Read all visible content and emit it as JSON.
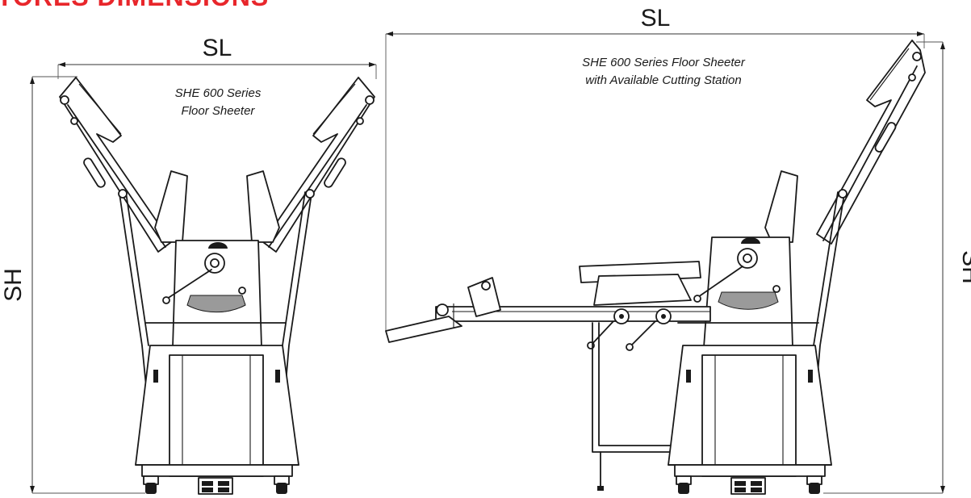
{
  "heading": "TORES DIMENSIONS",
  "diagram_left": {
    "caption_line1": "SHE 600 Series",
    "caption_line2": "Floor Sheeter",
    "length_label": "SL",
    "height_label": "SH"
  },
  "diagram_right": {
    "caption_line1": "SHE 600 Series Floor Sheeter",
    "caption_line2": "with Available Cutting Station",
    "length_label": "SL",
    "height_label": "SH"
  },
  "colors": {
    "heading": "#e8262b",
    "line": "#1a1a1a"
  }
}
